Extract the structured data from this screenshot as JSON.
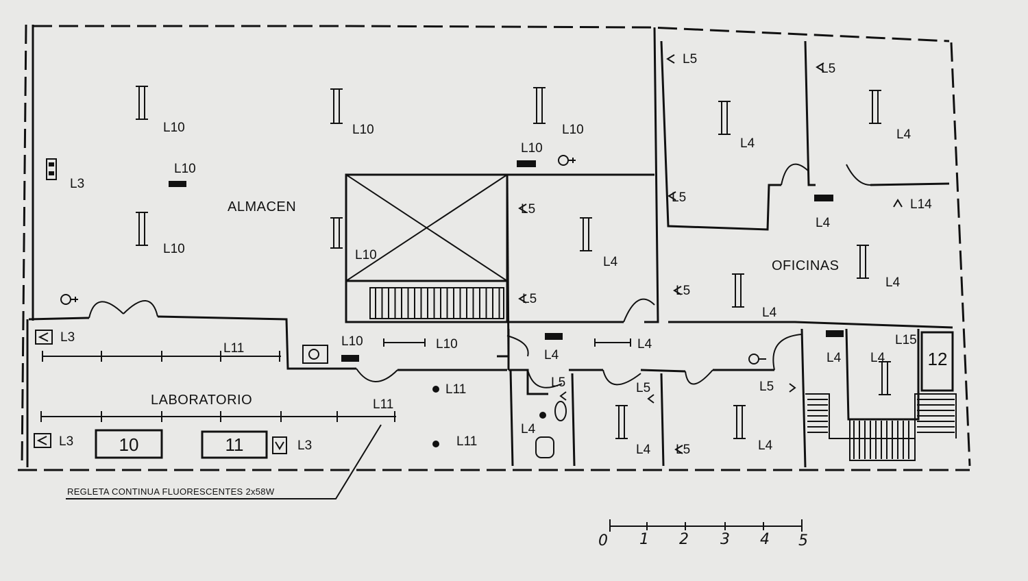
{
  "rooms": {
    "almacen": "ALMACEN",
    "laboratorio": "LABORATORIO",
    "oficinas": "OFICINAS"
  },
  "labels": {
    "l10_1": "L10",
    "l10_2": "L10",
    "l10_3": "L10",
    "l10_4": "L10",
    "l10_5": "L10",
    "l10_6": "L10",
    "l10_7": "L10",
    "l10_8": "L10",
    "l10_9": "L10",
    "l3_1": "L3",
    "l3_2": "L3",
    "l3_3": "L3",
    "l3_4": "L3",
    "l11_1": "L11",
    "l11_2": "L11",
    "l11_3": "L11",
    "l11_4": "L11",
    "l5_1": "L5",
    "l5_2": "L5",
    "l5_3": "L5",
    "l5_4": "L5",
    "l5_5": "L5",
    "l5_6": "L5",
    "l5_7": "L5",
    "l5_8": "L5",
    "l5_9": "L5",
    "l5_10": "L5",
    "l4_1": "L4",
    "l4_2": "L4",
    "l4_3": "L4",
    "l4_4": "L4",
    "l4_5": "L4",
    "l4_6": "L4",
    "l4_7": "L4",
    "l4_8": "L4",
    "l4_9": "L4",
    "l4_10": "L4",
    "l4_11": "L4",
    "l4_12": "L4",
    "l4_13": "L4",
    "l14": "L14",
    "l15": "L15"
  },
  "boxes": {
    "b10": "10",
    "b11": "11",
    "b12": "12"
  },
  "note": "REGLETA CONTINUA FLUORESCENTES 2x58W",
  "scale": {
    "t0": "0",
    "t1": "1",
    "t2": "2",
    "t3": "3",
    "t4": "4",
    "t5": "5"
  }
}
